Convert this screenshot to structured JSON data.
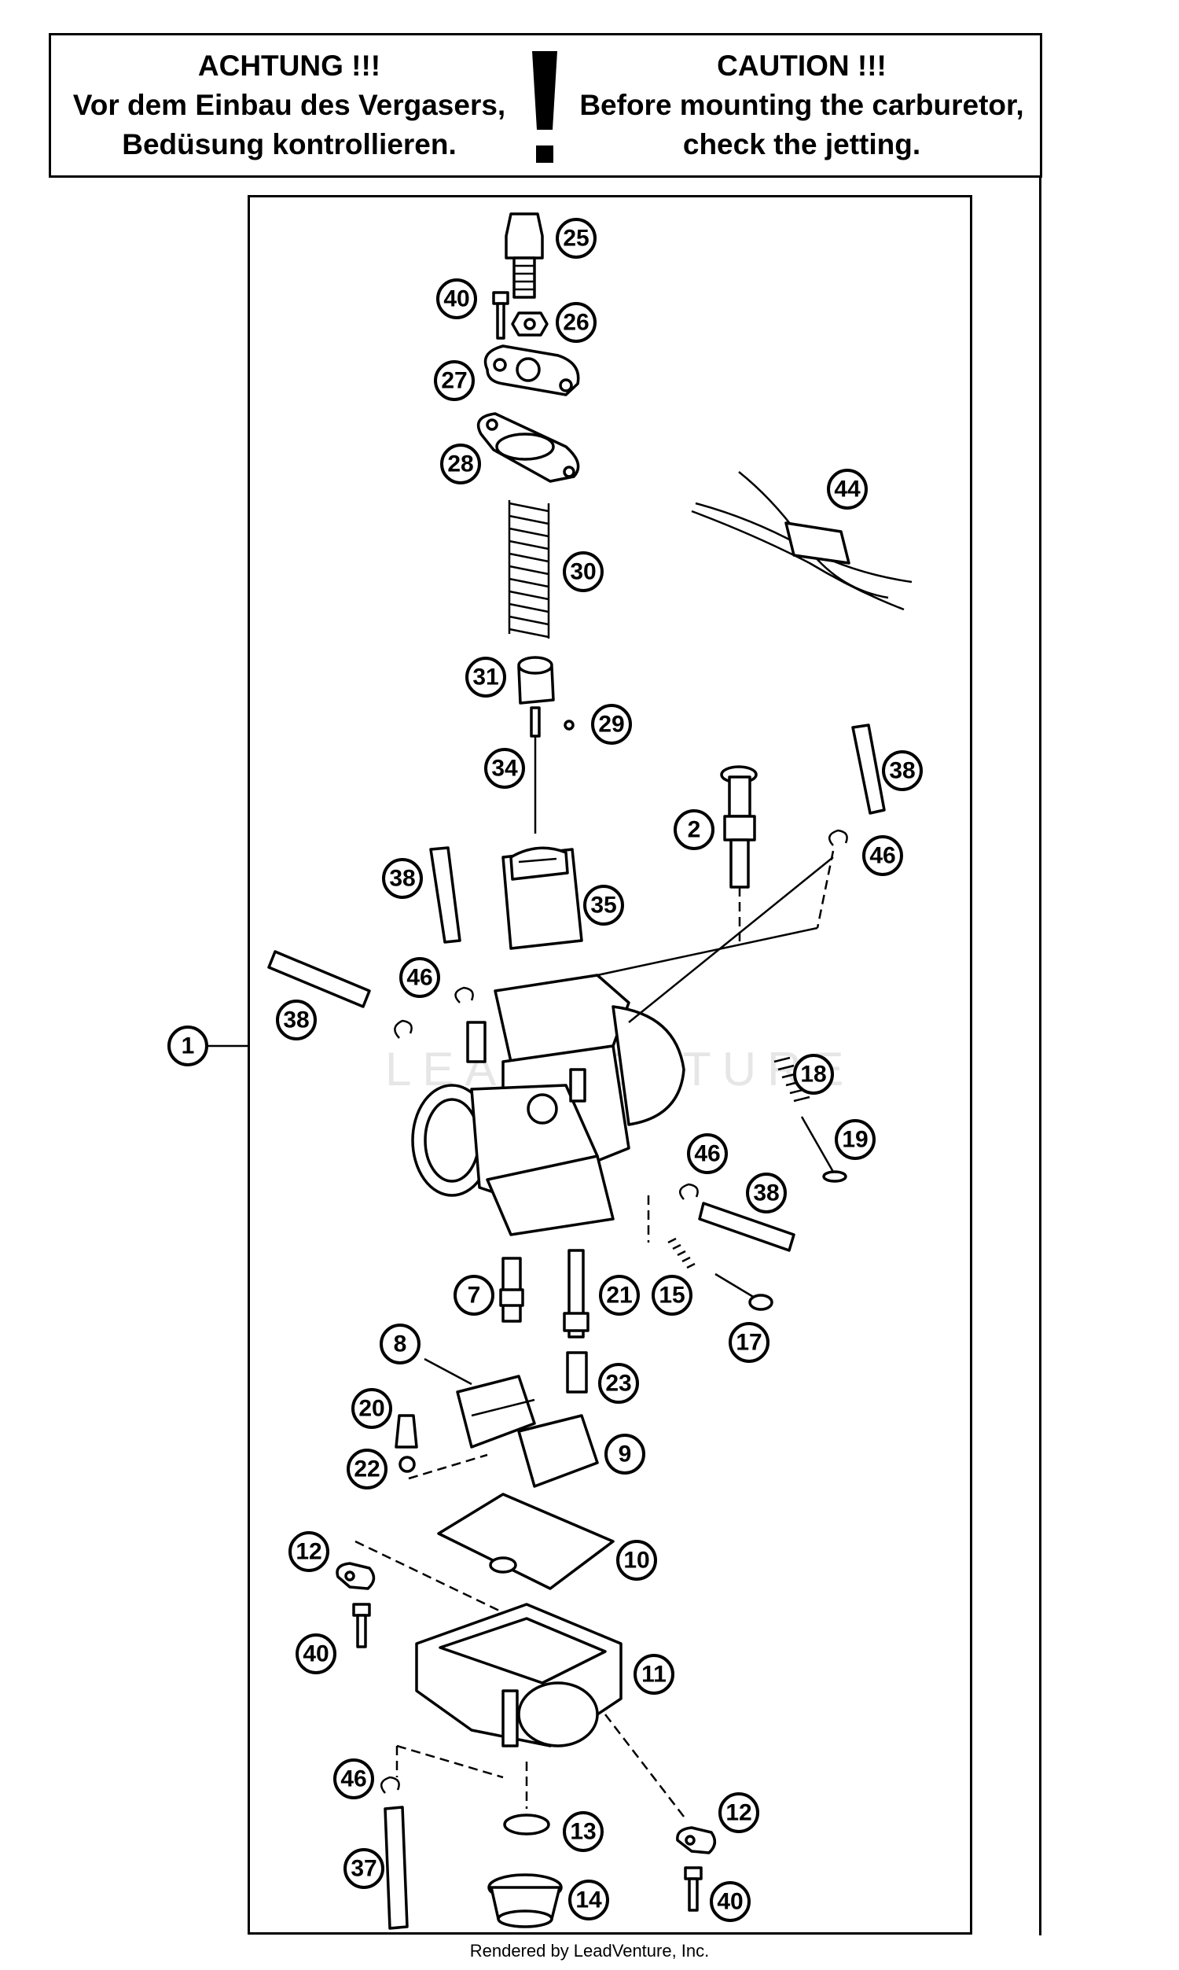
{
  "notice": {
    "german_title": "ACHTUNG !!!",
    "german_line1": "Vor dem Einbau des Vergasers,",
    "german_line2": "Bedüsung kontrollieren.",
    "english_title": "CAUTION !!!",
    "english_line1": "Before mounting the carburetor,",
    "english_line2": "check the jetting."
  },
  "watermark": "LEADVENTURE",
  "footer": "Rendered by LeadVenture, Inc.",
  "callouts": {
    "c1": "1",
    "c2": "2",
    "c7": "7",
    "c8": "8",
    "c9": "9",
    "c10": "10",
    "c11": "11",
    "c12a": "12",
    "c12b": "12",
    "c13": "13",
    "c14": "14",
    "c15": "15",
    "c17": "17",
    "c18": "18",
    "c19": "19",
    "c20": "20",
    "c21": "21",
    "c22": "22",
    "c23": "23",
    "c25": "25",
    "c26": "26",
    "c27": "27",
    "c28": "28",
    "c29": "29",
    "c30": "30",
    "c31": "31",
    "c34": "34",
    "c35": "35",
    "c37": "37",
    "c38a": "38",
    "c38b": "38",
    "c38c": "38",
    "c38d": "38",
    "c40a": "40",
    "c40b": "40",
    "c40c": "40",
    "c44": "44",
    "c46a": "46",
    "c46b": "46",
    "c46c": "46",
    "c46d": "46"
  }
}
